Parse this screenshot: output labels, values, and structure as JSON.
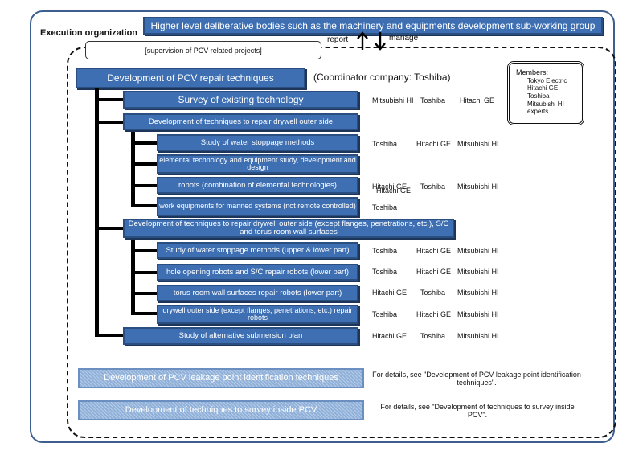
{
  "header": {
    "execution_org": "Execution organization",
    "top_box": "Higher level deliberative bodies such as the machinery and equipments development sub-working group",
    "report": "report",
    "manage": "manage",
    "supervision": "[supervision of PCV-related projects]"
  },
  "main": {
    "title": "Development of PCV repair techniques",
    "coordinator": "(Coordinator company: Toshiba)"
  },
  "members": {
    "title": "Members:",
    "items": [
      "Tokyo Electric",
      "Hitachi GE",
      "Toshiba",
      "Mitsubishi HI",
      "experts"
    ]
  },
  "survey": {
    "label": "Survey of existing technology",
    "companies": [
      "Mitsubishi HI",
      "Toshiba",
      "Hitachi GE"
    ]
  },
  "drywell1": {
    "label": "Development of techniques to repair drywell outer side",
    "items": [
      {
        "label": "Study of water stoppage methods",
        "companies": [
          "Toshiba",
          "Hitachi GE",
          "Mitsubishi HI"
        ]
      },
      {
        "label": "elemental technology and equipment study, development and design",
        "companies": []
      },
      {
        "label": "robots (combination of elemental technologies)",
        "companies": [
          "Hitachi GE",
          "Toshiba",
          "Mitsubishi HI"
        ],
        "extra": "Hitachi GE"
      },
      {
        "label": "work equipments for manned systems (not remote controlled)",
        "companies": [
          "Toshiba"
        ]
      }
    ]
  },
  "drywell2": {
    "label": "Development of techniques to repair drywell outer side (except flanges, penetrations, etc.), S/C and torus room wall surfaces",
    "items": [
      {
        "label": "Study of water stoppage methods (upper & lower part)",
        "companies": [
          "Toshiba",
          "Hitachi GE",
          "Mitsubishi HI"
        ]
      },
      {
        "label": "hole opening robots and S/C repair robots (lower part)",
        "companies": [
          "Toshiba",
          "Hitachi GE",
          "Mitsubishi HI"
        ]
      },
      {
        "label": "torus room wall surfaces repair robots (lower part)",
        "companies": [
          "Hitachi GE",
          "Toshiba",
          "Mitsubishi HI"
        ]
      },
      {
        "label": "drywell outer side (except flanges, penetrations, etc.) repair robots",
        "companies": [
          "Toshiba",
          "Hitachi GE",
          "Mitsubishi HI"
        ]
      }
    ]
  },
  "alternative": {
    "label": "Study of alternative submersion plan",
    "companies": [
      "Hitachi GE",
      "Toshiba",
      "Mitsubishi HI"
    ]
  },
  "leakage": {
    "label": "Development of PCV leakage point identification techniques",
    "note": "For details, see \"Development of PCV leakage point identification techniques\"."
  },
  "inside": {
    "label": "Development of techniques to survey inside PCV",
    "note": "For details, see \"Development of techniques to survey inside PCV\"."
  }
}
